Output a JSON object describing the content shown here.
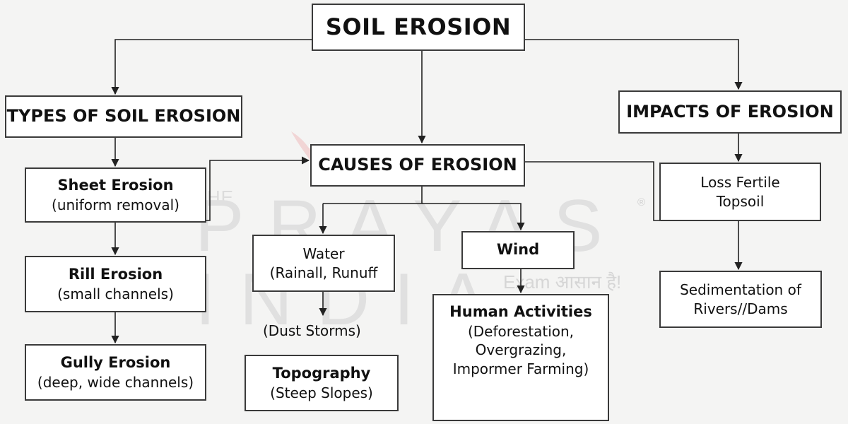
{
  "watermark": {
    "the": "THE",
    "brand": "PRAYAS INDIA",
    "registered": "®",
    "tagline": "Exam आसान है!"
  },
  "diagram": {
    "title": "SOIL EROSION",
    "types": {
      "heading": "TYPES OF SOIL EROSION",
      "sheet": {
        "name": "Sheet Erosion",
        "desc": "(uniform removal)"
      },
      "rill": {
        "name": "Rill Erosion",
        "desc": "(small channels)"
      },
      "gully": {
        "name": "Gully Erosion",
        "desc": "(deep, wide channels)"
      }
    },
    "causes": {
      "heading": "CAUSES OF EROSION",
      "water": {
        "line1": "Water",
        "line2": "(Rainall, Runuff"
      },
      "dust_storms": "(Dust Storms)",
      "topography": {
        "name": "Topography",
        "desc": "(Steep Slopes)"
      },
      "wind": "Wind",
      "human": {
        "name": "Human Activities",
        "line1": "(Deforestation,",
        "line2": "Overgrazing,",
        "line3": "Impormer Farming)"
      }
    },
    "impacts": {
      "heading": "IMPACTS OF EROSION",
      "loss": {
        "line1": "Loss Fertile",
        "line2": "Topsoil"
      },
      "sedimentation": {
        "line1": "Sedimentation of",
        "line2": "Rivers//Dams"
      }
    }
  }
}
